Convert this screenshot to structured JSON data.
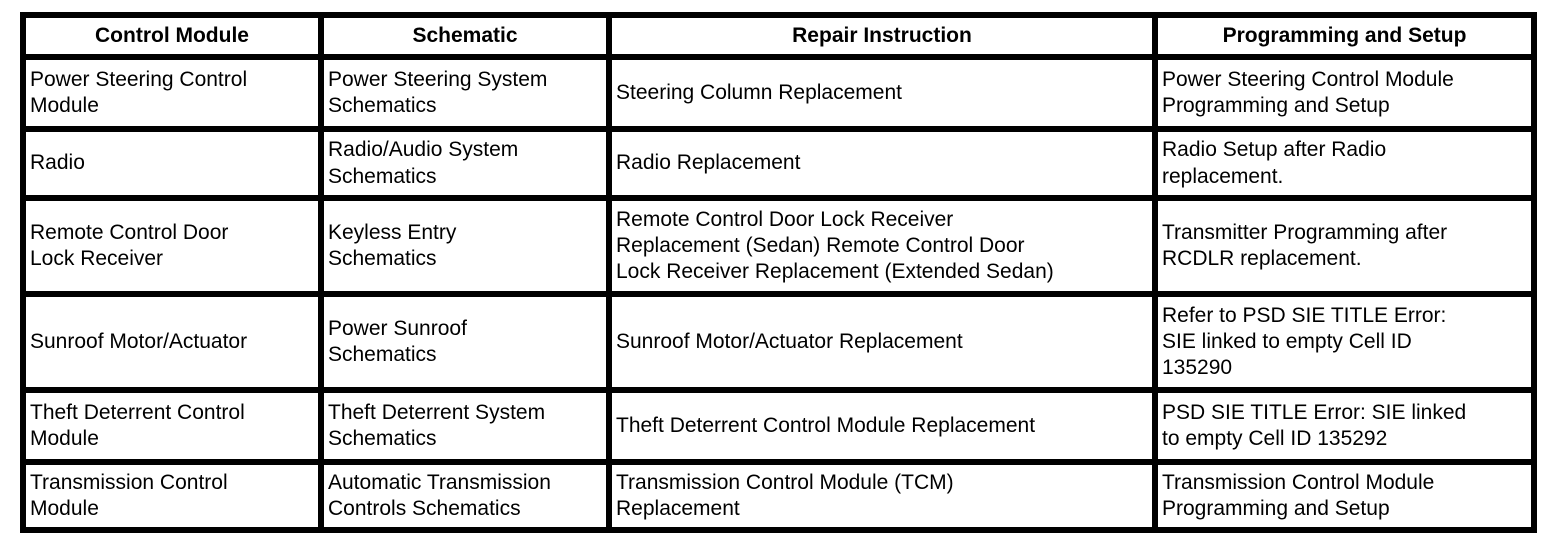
{
  "table": {
    "colors": {
      "border": "#000000",
      "background": "#ffffff",
      "text": "#000000"
    },
    "columns": [
      "Control Module",
      "Schematic",
      "Repair Instruction",
      "Programming and Setup"
    ],
    "rows": [
      {
        "cells": [
          "Power Steering Control\nModule",
          "Power Steering System\nSchematics",
          "Steering Column Replacement",
          "Power Steering Control Module\nProgramming and Setup"
        ]
      },
      {
        "cells": [
          "Radio",
          "Radio/Audio System\nSchematics",
          "Radio Replacement",
          "Radio Setup after Radio\nreplacement."
        ]
      },
      {
        "cells": [
          "Remote Control Door\nLock Receiver",
          "Keyless Entry\nSchematics",
          "Remote Control Door Lock Receiver\nReplacement (Sedan) Remote Control Door\nLock Receiver Replacement (Extended Sedan)",
          "Transmitter Programming after\nRCDLR replacement."
        ]
      },
      {
        "cells": [
          "Sunroof Motor/Actuator",
          "Power Sunroof\nSchematics",
          "Sunroof Motor/Actuator Replacement",
          "Refer to PSD SIE TITLE Error:\nSIE linked to empty Cell ID\n135290"
        ]
      },
      {
        "cells": [
          "Theft Deterrent Control\nModule",
          "Theft Deterrent System\nSchematics",
          "Theft Deterrent Control Module Replacement",
          "PSD SIE TITLE Error: SIE linked\nto empty Cell ID 135292"
        ]
      },
      {
        "cells": [
          "Transmission Control\nModule",
          "Automatic Transmission\nControls Schematics",
          "Transmission Control Module (TCM)\nReplacement",
          "Transmission Control Module\nProgramming and Setup"
        ]
      }
    ]
  }
}
